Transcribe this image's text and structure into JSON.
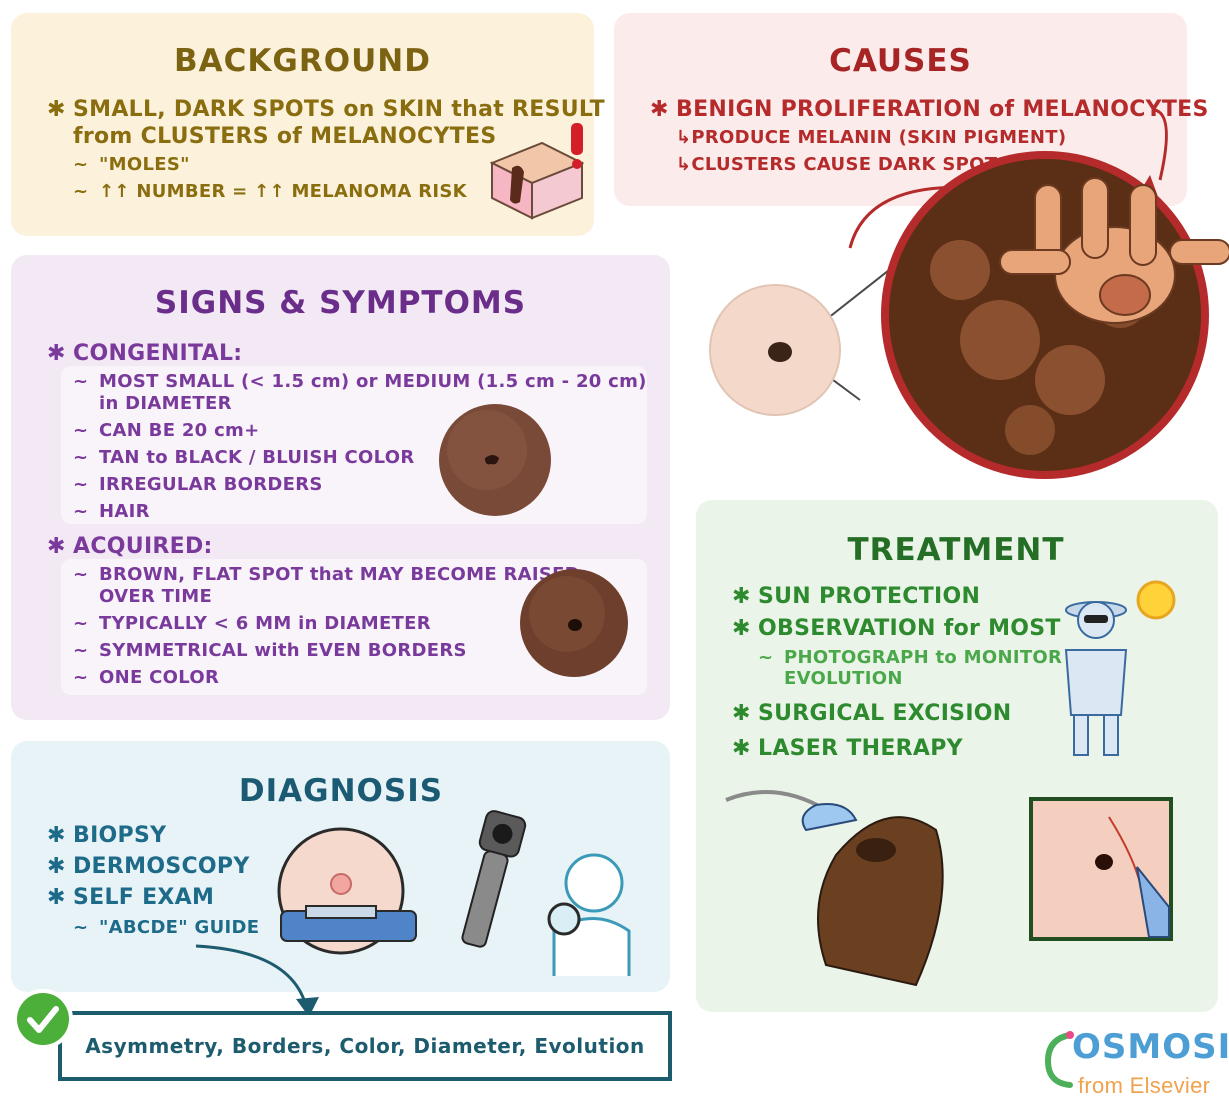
{
  "background": {
    "title": "BACKGROUND",
    "bullet_line1": "SMALL, DARK SPOTS on SKIN that RESULT",
    "bullet_line2": "from CLUSTERS of MELANOCYTES",
    "sub1": "\"MOLES\"",
    "sub2": "↑↑ NUMBER = ↑↑ MELANOMA RISK"
  },
  "causes": {
    "title": "CAUSES",
    "bullet": "BENIGN PROLIFERATION of MELANOCYTES",
    "sub1": "↳PRODUCE MELANIN (SKIN PIGMENT)",
    "sub2": "↳CLUSTERS CAUSE DARK SPOTS"
  },
  "signs": {
    "title": "SIGNS & SYMPTOMS",
    "congenital": "CONGENITAL:",
    "congenital_items": [
      "MOST SMALL (< 1.5 cm) or MEDIUM (1.5 cm - 20 cm)",
      "in DIAMETER",
      "CAN BE 20 cm+",
      "TAN to BLACK / BLUISH COLOR",
      "IRREGULAR BORDERS",
      "HAIR"
    ],
    "acquired": "ACQUIRED:",
    "acquired_items": [
      "BROWN, FLAT SPOT that MAY BECOME RAISED",
      "OVER TIME",
      "TYPICALLY < 6 MM in DIAMETER",
      "SYMMETRICAL with EVEN BORDERS",
      "ONE COLOR"
    ]
  },
  "diagnosis": {
    "title": "DIAGNOSIS",
    "items": [
      "BIOPSY",
      "DERMOSCOPY",
      "SELF EXAM"
    ],
    "sub": "\"ABCDE\" GUIDE",
    "abcde": "Asymmetry, Borders, Color, Diameter, Evolution"
  },
  "treatment": {
    "title": "TREATMENT",
    "items": [
      "SUN PROTECTION",
      "OBSERVATION for MOST",
      "SURGICAL EXCISION",
      "LASER THERAPY"
    ],
    "sub_line1": "PHOTOGRAPH to MONITOR",
    "sub_line2": "EVOLUTION"
  },
  "logo": {
    "word": "OSMOSIS",
    "from": "from Elsevier"
  },
  "symbols": {
    "star": "✱",
    "tilde": "~"
  },
  "colors": {
    "background_panel": "#fcf2dc",
    "causes_panel": "#fcebeb",
    "signs_panel": "#f2e9f5",
    "diagnosis_panel": "#e8f3f8",
    "treatment_panel": "#eaf4e8"
  }
}
